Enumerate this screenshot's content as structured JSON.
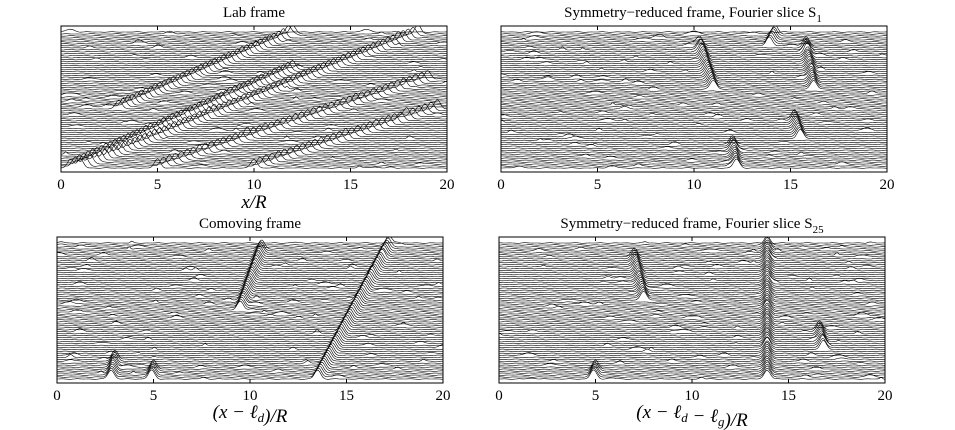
{
  "chart_data": [
    {
      "id": "lab",
      "type": "line",
      "title": "Lab frame",
      "xlabel": "x/R",
      "xlim": [
        0,
        20
      ],
      "xticks": [
        0,
        5,
        10,
        15,
        20
      ],
      "yticks_shown": false,
      "trace_count": 70,
      "description_note": "",
      "features": [
        {
          "x_start": 0.5,
          "x_end": 12.0,
          "trace_start": 0,
          "trace_end": 50
        },
        {
          "x_start": 1.0,
          "x_end": 18.5,
          "trace_start": 0,
          "trace_end": 68
        },
        {
          "x_start": 5.0,
          "x_end": 19.0,
          "trace_start": 0,
          "trace_end": 45
        },
        {
          "x_start": 10.0,
          "x_end": 19.5,
          "trace_start": 0,
          "trace_end": 30
        },
        {
          "x_start": 3.0,
          "x_end": 12.0,
          "trace_start": 30,
          "trace_end": 68
        }
      ]
    },
    {
      "id": "s1",
      "type": "line",
      "title": "Symmetry−reduced frame, Fourier slice S",
      "title_sub": "1",
      "xlabel": "",
      "xlim": [
        0,
        20
      ],
      "xticks": [
        0,
        5,
        10,
        15,
        20
      ],
      "yticks_shown": false,
      "trace_count": 70,
      "features": [
        {
          "x_start": 12.2,
          "x_end": 12.0,
          "trace_start": 0,
          "trace_end": 12
        },
        {
          "x_start": 11.0,
          "x_end": 10.3,
          "trace_start": 40,
          "trace_end": 62
        },
        {
          "x_start": 16.2,
          "x_end": 15.8,
          "trace_start": 40,
          "trace_end": 62
        },
        {
          "x_start": 15.5,
          "x_end": 15.2,
          "trace_start": 15,
          "trace_end": 25
        },
        {
          "x_start": 13.9,
          "x_end": 14.2,
          "trace_start": 62,
          "trace_end": 68
        }
      ]
    },
    {
      "id": "comoving",
      "type": "line",
      "title": "Comoving frame",
      "xlabel": "(x − ℓ_d)/R",
      "xlim": [
        0,
        20
      ],
      "xticks": [
        0,
        5,
        10,
        15,
        20
      ],
      "yticks_shown": false,
      "trace_count": 70,
      "features": [
        {
          "x_start": 13.5,
          "x_end": 17.2,
          "trace_start": 0,
          "trace_end": 68
        },
        {
          "x_start": 9.5,
          "x_end": 10.6,
          "trace_start": 35,
          "trace_end": 66
        },
        {
          "x_start": 2.8,
          "x_end": 3.0,
          "trace_start": 0,
          "trace_end": 10
        },
        {
          "x_start": 4.9,
          "x_end": 5.0,
          "trace_start": 0,
          "trace_end": 5
        }
      ]
    },
    {
      "id": "s25",
      "type": "line",
      "title": "Symmetry−reduced frame, Fourier slice S",
      "title_sub": "25",
      "xlabel": "(x − ℓ_d − ℓ_g)/R",
      "xlim": [
        0,
        20
      ],
      "xticks": [
        0,
        5,
        10,
        15,
        20
      ],
      "yticks_shown": false,
      "trace_count": 70,
      "features": [
        {
          "x_start": 13.9,
          "x_end": 13.9,
          "trace_start": 0,
          "trace_end": 68
        },
        {
          "x_start": 7.5,
          "x_end": 7.0,
          "trace_start": 40,
          "trace_end": 62
        },
        {
          "x_start": 16.8,
          "x_end": 16.6,
          "trace_start": 15,
          "trace_end": 25
        },
        {
          "x_start": 4.9,
          "x_end": 5.0,
          "trace_start": 0,
          "trace_end": 5
        }
      ]
    }
  ]
}
